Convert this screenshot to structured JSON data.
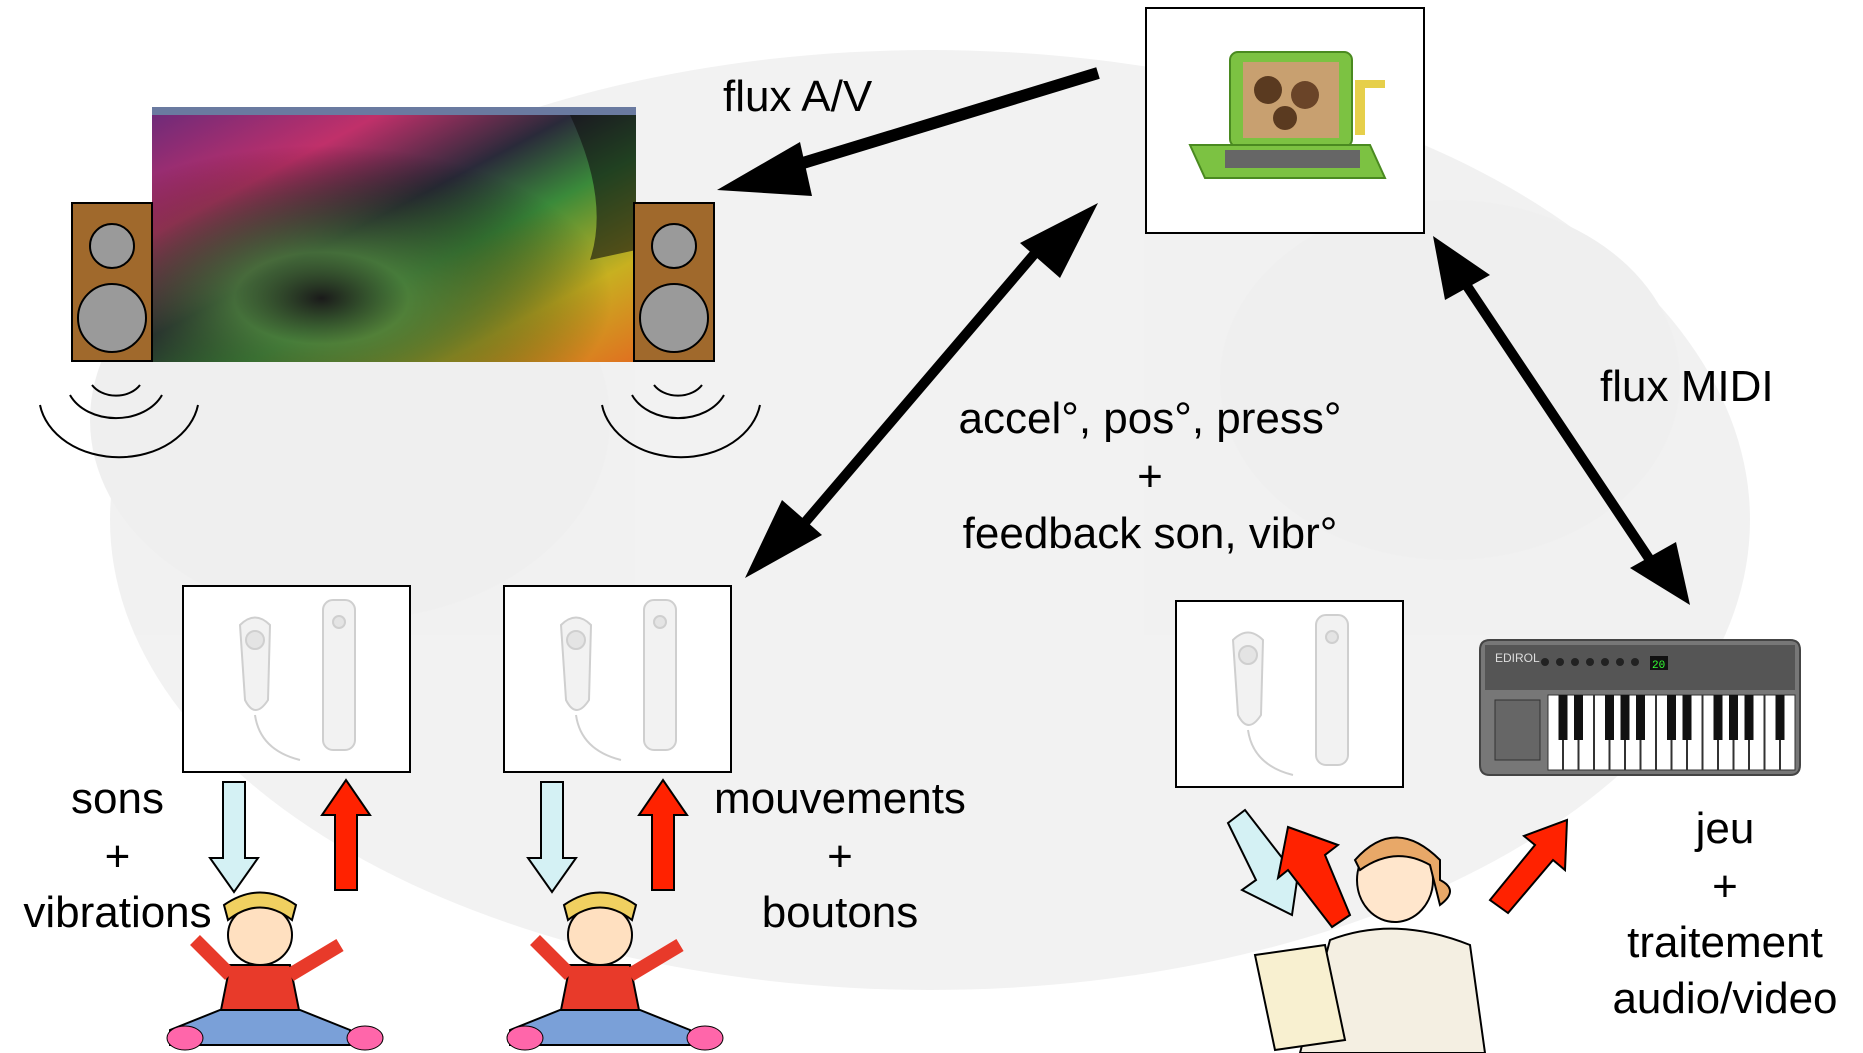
{
  "labels": {
    "flux_av": "flux A/V",
    "flux_midi": "flux MIDI",
    "center_line1": "accel°, pos°, press°",
    "center_plus": "+",
    "center_line2": "feedback son, vibr°",
    "left_line1": "sons",
    "left_plus": "+",
    "left_line2": "vibrations",
    "mid_line1": "mouvements",
    "mid_plus": "+",
    "mid_line2": "boutons",
    "right_line1": "jeu",
    "right_plus": "+",
    "right_line2": "traitement",
    "right_line3": "audio/video"
  },
  "keyboard_brand": "EDIROL",
  "keyboard_display": "20",
  "colors": {
    "arrow_black": "#000000",
    "arrow_red": "#ff2200",
    "arrow_lightblue": "#d4f1f4",
    "laptop_green": "#7cc242",
    "speaker_wood": "#a0692c",
    "speaker_cone": "#9a9a9a"
  }
}
